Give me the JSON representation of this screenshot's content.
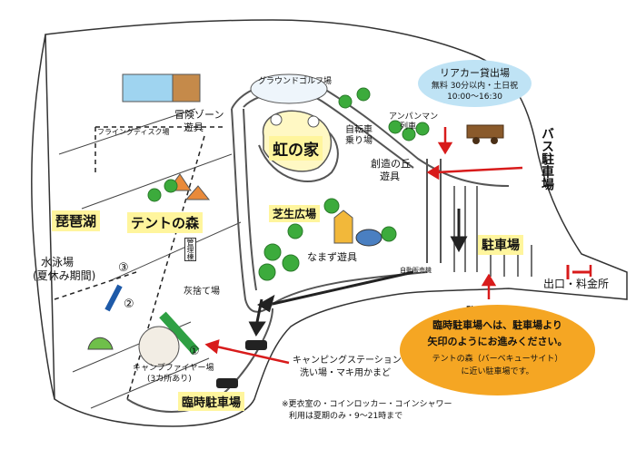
{
  "labels": {
    "ground_golf": "グラウンドゴルフ場",
    "adventure_zone": "冒険ゾーン",
    "adventure_zone_2": "遊具",
    "flying_disc": "フライングディスク場",
    "niji_no_ie": "虹の家",
    "bicycle_1": "自転車",
    "bicycle_2": "乗り場",
    "anpanman_1": "アンパンマン",
    "anpanman_2": "列車",
    "sozo_1": "創造の丘",
    "sozo_2": "遊具",
    "shibafu": "芝生広場",
    "namazu": "なまず遊具",
    "biwako": "琵琶湖",
    "tent_forest": "テントの森",
    "swim_1": "水泳場",
    "swim_2": "(夏休み期間)",
    "ash": "灰捨て場",
    "camp_1": "キャンプファイヤー場",
    "camp_2": "(3カ所あり)",
    "camping_station_1": "キャンピングステーション",
    "camping_station_2": "洗い場・マキ用かまど",
    "temp_parking": "臨時駐車場",
    "footnote_1": "※更衣室の・コインロッカー・コインシャワー",
    "footnote_2": "利用は夏期のみ・9～21時まで",
    "parking": "駐車場",
    "vending": "自動販売機",
    "bus_parking": "バス駐車場",
    "exit": "出口・料金所",
    "parking_entrance": "駐車場入口",
    "toilet_area": "管理棟",
    "num1": "①",
    "num2": "②",
    "num3": "③"
  },
  "rental": {
    "title": "リアカー貸出場",
    "line1": "無料 30分以内・土日祝",
    "line2": "10:00～16:30"
  },
  "notice": {
    "line1": "臨時駐車場へは、駐車場より",
    "line2": "矢印のようにお進みください。",
    "line3": "テントの森（バーベキューサイト）",
    "line4": "に近い駐車場です。"
  },
  "colors": {
    "notice_bg": "#f5a623",
    "bubble_bg": "#bfe3f5",
    "label_bg": "#fff59d",
    "arrow_red": "#d81b1b",
    "tree_green": "#3cab3c",
    "path_green": "#2ea043"
  }
}
